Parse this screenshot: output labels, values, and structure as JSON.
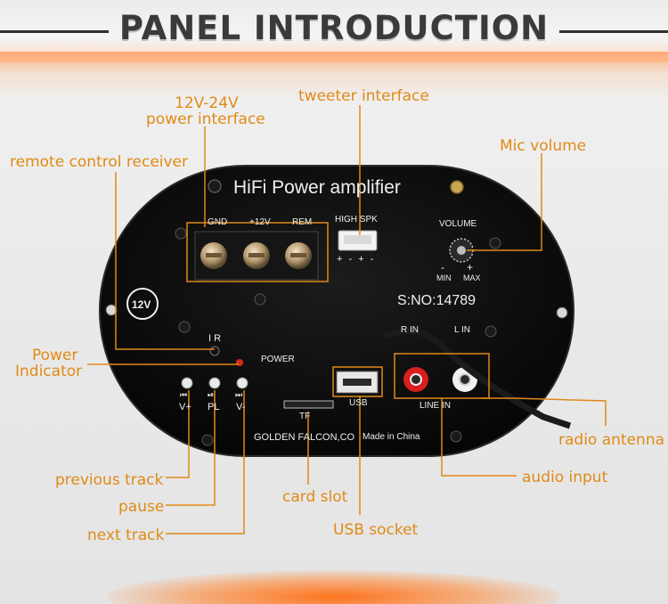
{
  "header": {
    "title": "PANEL INTRODUCTION"
  },
  "plate": {
    "brand": "HiFi Power amplifier",
    "terminals": [
      "GND",
      "+12V",
      "REM"
    ],
    "tweeter_label": "HIGH SPK",
    "tweeter_polarity": "+ - + -",
    "volume_label": "VOLUME",
    "volume_min": "MIN",
    "volume_max": "MAX",
    "volume_minus": "-",
    "volume_plus": "+",
    "serial": "S:NO:14789",
    "voltage_badge": "12V",
    "ir_label": "I R",
    "power_label": "POWER",
    "r_in": "R IN",
    "l_in": "L IN",
    "line_in": "LINE IN",
    "usb_label": "USB",
    "tf_label": "TF",
    "buttons": [
      {
        "symbol": "⏮",
        "label": "V+"
      },
      {
        "symbol": "⏯",
        "label": "PL"
      },
      {
        "symbol": "⏭",
        "label": "V-"
      }
    ],
    "maker": "GOLDEN FALCON,CO",
    "made_in": "Made in China"
  },
  "callouts": {
    "power_interface_line1": "12V-24V",
    "power_interface_line2": "power interface",
    "tweeter": "tweeter interface",
    "mic_volume": "Mic volume",
    "remote_receiver": "remote control receiver",
    "power_indicator_line1": "Power",
    "power_indicator_line2": "Indicator",
    "radio_antenna": "radio antenna",
    "audio_input": "audio input",
    "previous_track": "previous track",
    "pause": "pause",
    "next_track": "next track",
    "card_slot": "card slot",
    "usb_socket": "USB socket"
  },
  "colors": {
    "accent": "#e08a16",
    "plate": "#0d0d0d",
    "rca_red": "#d81e1e",
    "rca_white": "#f2f2f2"
  }
}
